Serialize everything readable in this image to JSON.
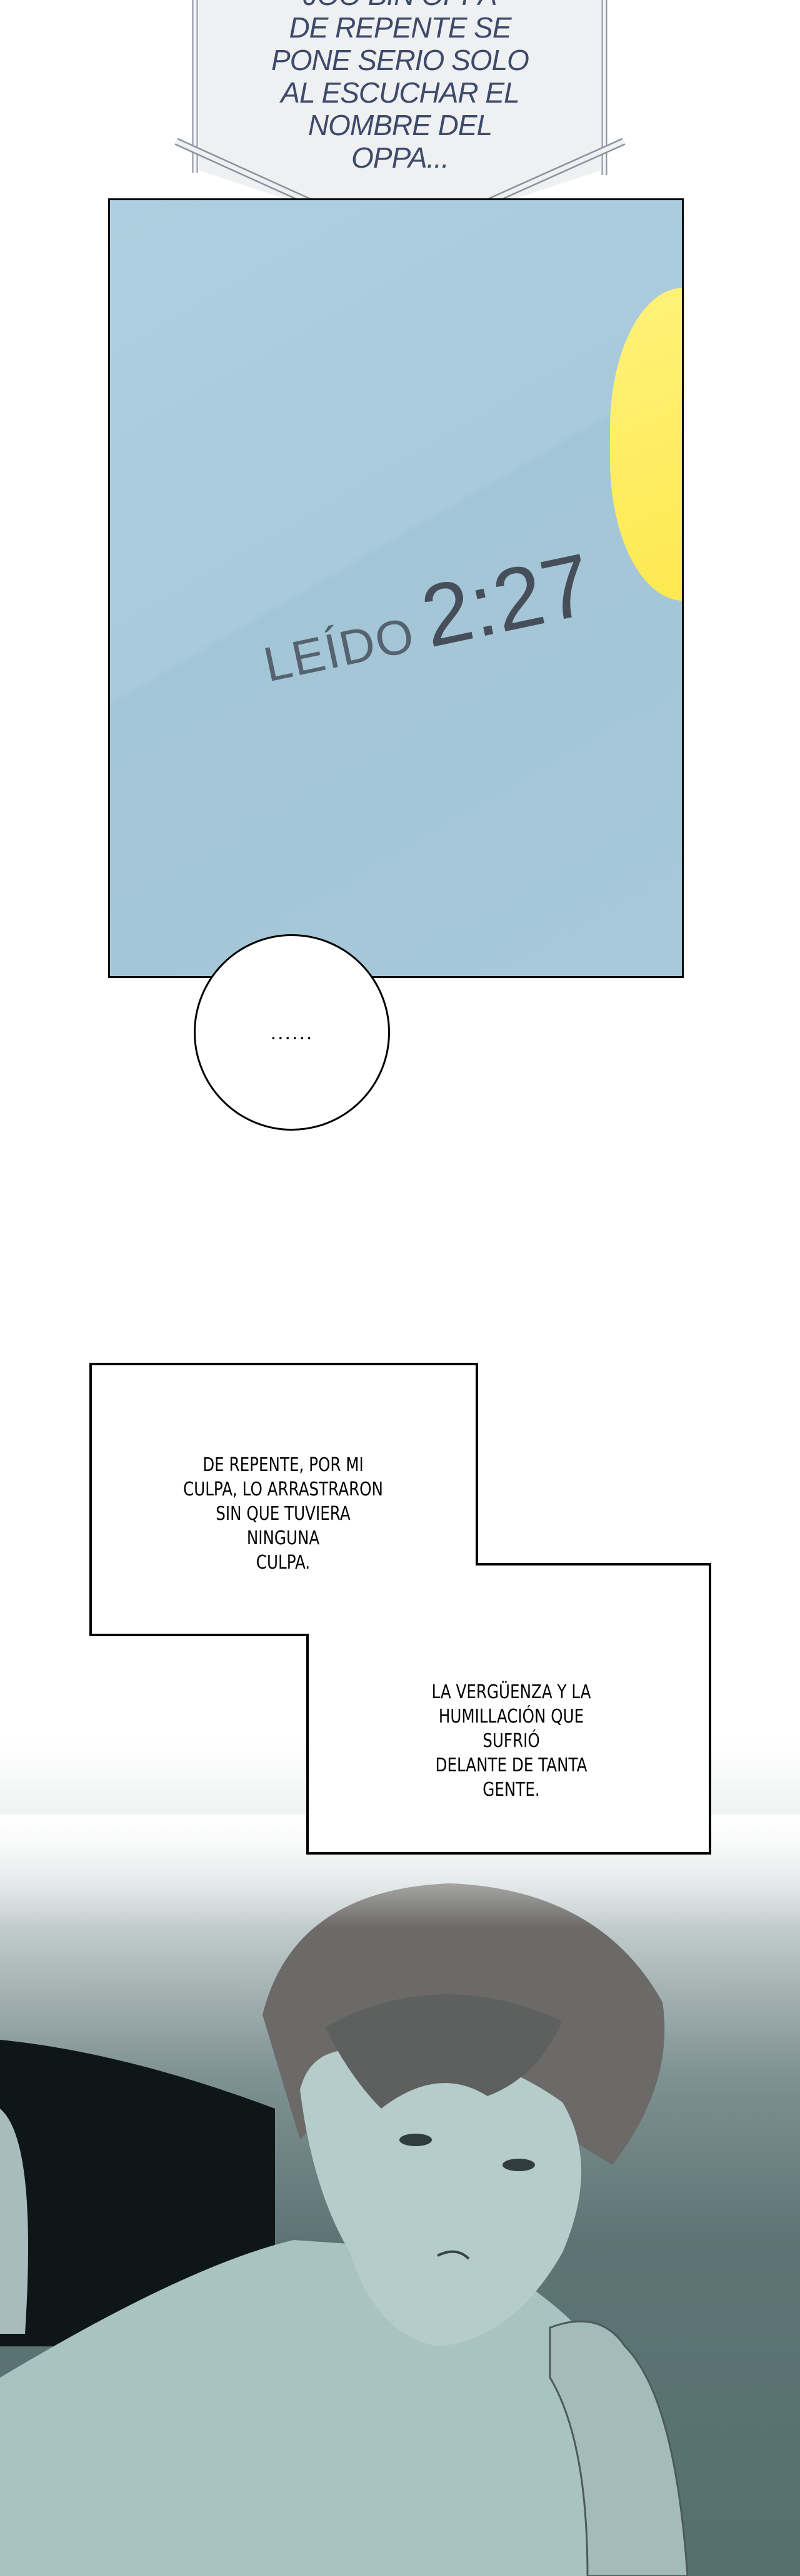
{
  "caption": {
    "lines": [
      "JOO BIN OPPA",
      "DE REPENTE SE",
      "PONE SERIO SOLO",
      "AL ESCUCHAR EL",
      "NOMBRE DEL",
      "OPPA..."
    ],
    "text_color": "#3d4a6b"
  },
  "phone_panel": {
    "read_label": "LEÍDO",
    "read_time": "2:27",
    "background_color": "#a9cbdb",
    "accent_color": "#fde84c"
  },
  "speech_bubble": {
    "text": "......"
  },
  "narration": {
    "box1_lines": [
      "DE REPENTE, POR MI",
      "CULPA, LO ARRASTRARON",
      "SIN QUE TUVIERA NINGUNA",
      "CULPA."
    ],
    "box2_lines": [
      "LA VERGÜENZA Y LA",
      "HUMILLACIÓN QUE SUFRIÓ",
      "DELANTE DE TANTA GENTE."
    ]
  }
}
